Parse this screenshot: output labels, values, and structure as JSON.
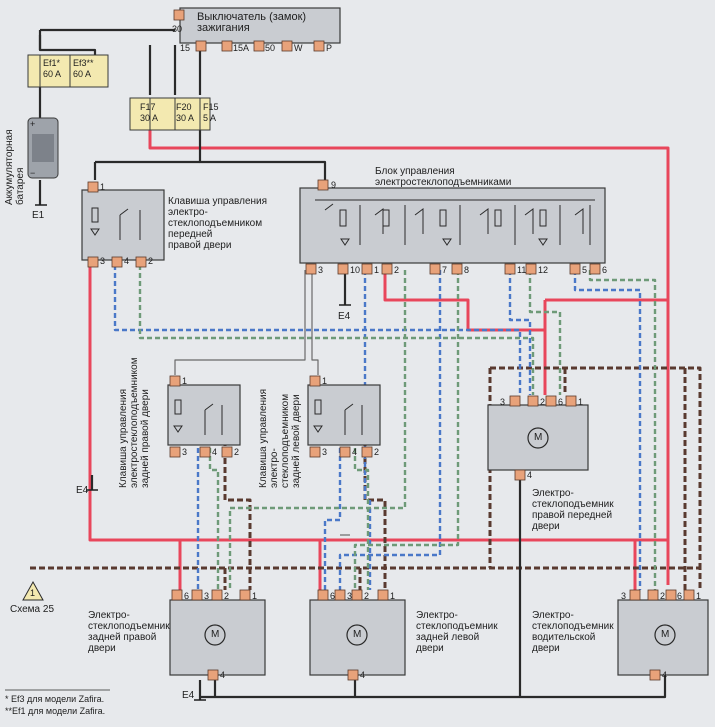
{
  "colors": {
    "background": "#e7e9ec",
    "red_wire": "#e8465b",
    "brown_wire": "#5a3a30",
    "blue_wire": "#4a78c8",
    "green_wire": "#6e9a78",
    "black_wire": "#2a2a2a",
    "fuse_fill": "#f3e9b0",
    "connector": "#e8a27a"
  },
  "components": {
    "ignition_switch": "Выключатель (замок)\nзажигания",
    "battery": "Аккумуляторная\nбатарея",
    "fuse_ef1": "Ef1*\n60 A",
    "fuse_ef3": "Ef3**\n60 A",
    "fuse_f17": "F17\n30 A",
    "fuse_f20": "F20\n30 A",
    "fuse_f15": "F15\n5 A",
    "switch_front_right": "Клавиша управления\nэлектро-\nстеклоподъемником\nпередней\nправой двери",
    "control_unit": "Блок управления\nэлектростеклоподъемниками",
    "switch_rear_right": "Клавиша управления\nэлектростеклоподъемником\nзадней правой двери",
    "switch_rear_left": "Клавиша управления\nэлектро-\nстеклоподъемником\nзадней левой двери",
    "motor_front_right": "Электро-\nстеклоподъемник\nправой передней\nдвери",
    "motor_rear_right": "Электро-\nстеклоподъемник\nзадней правой\nдвери",
    "motor_rear_left": "Электро-\nстеклоподъемник\nзадней левой\nдвери",
    "motor_driver": "Электро-\nстеклоподъемник\nводительской\nдвери",
    "scheme_ref": "Схема 25",
    "scheme_ref_num": "1",
    "motor_symbol": "M"
  },
  "grounds": {
    "e1": "E1",
    "e4_cu": "E4",
    "e4_left": "E4",
    "e4_bottom": "E4"
  },
  "ignition_terminals": [
    "30",
    "15",
    "15A",
    "50",
    "W",
    "P"
  ],
  "pins": {
    "fr_switch": [
      "1",
      "3",
      "4",
      "2"
    ],
    "cu_top": "9",
    "cu_bottom": [
      "3",
      "10",
      "1",
      "2",
      "7",
      "8",
      "11",
      "12",
      "5",
      "6"
    ],
    "rr_switch": [
      "1",
      "3",
      "4",
      "2"
    ],
    "rl_switch": [
      "1",
      "3",
      "4",
      "2"
    ],
    "motor_fr_top": [
      "3",
      "2",
      "6",
      "1"
    ],
    "motor_fr_bottom": "4",
    "motor_rr_top": [
      "6",
      "3",
      "2",
      "1"
    ],
    "motor_rr_bottom": "4",
    "motor_rl_top": [
      "6",
      "3",
      "2",
      "1"
    ],
    "motor_rl_bottom": "4",
    "motor_dr_top": [
      "3",
      "2",
      "6",
      "1"
    ],
    "motor_dr_bottom": "4"
  },
  "footnotes": {
    "note1": "* Ef3 для модели Zafira.",
    "note2": "**Ef1 для модели Zafira."
  }
}
